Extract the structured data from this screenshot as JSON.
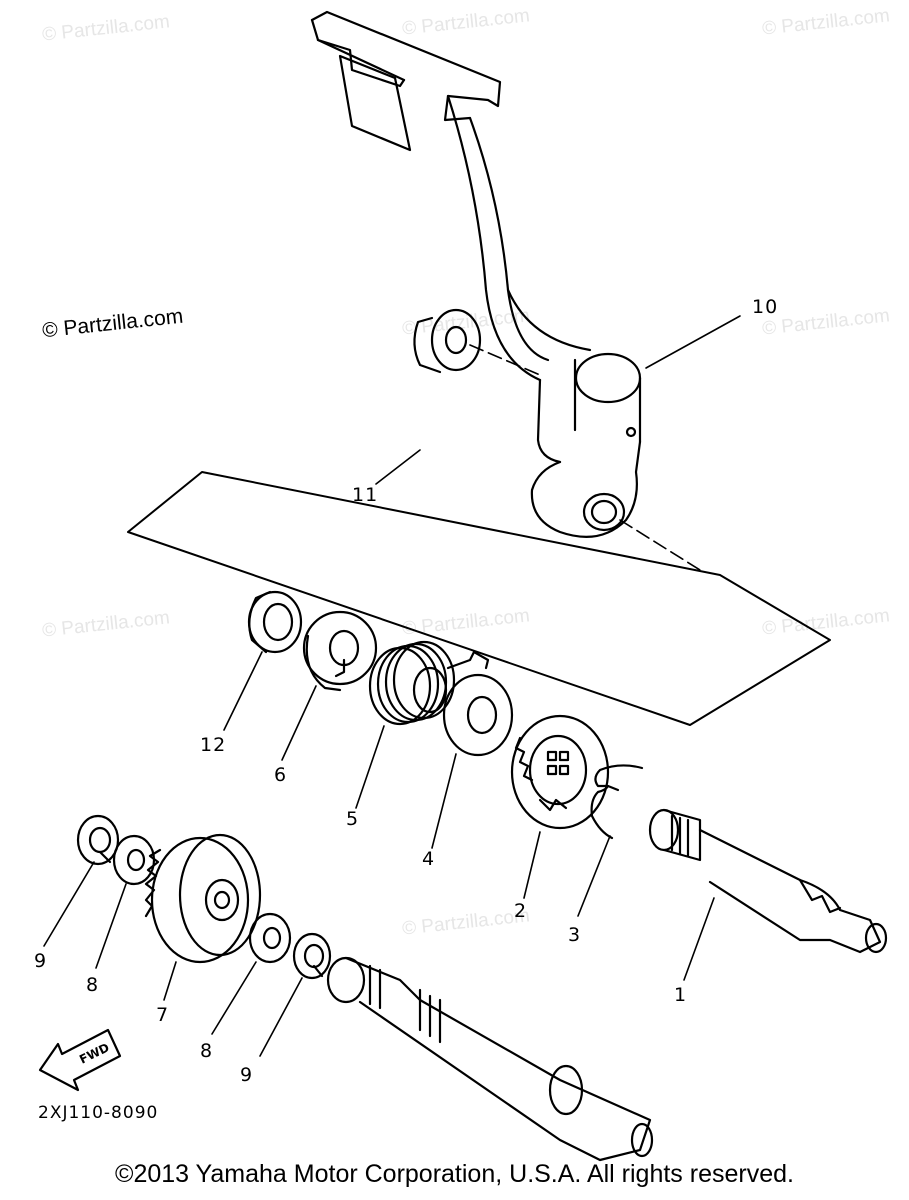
{
  "watermarks": [
    "© Partzilla.com",
    "© Partzilla.com",
    "© Partzilla.com",
    "© Partzilla.com",
    "© Partzilla.com",
    "© Partzilla.com",
    "© Partzilla.com",
    "© Partzilla.com",
    "© Partzilla.com"
  ],
  "watermark_main": "© Partzilla.com",
  "callouts": {
    "c1": "1",
    "c2": "2",
    "c3": "3",
    "c4": "4",
    "c5": "5",
    "c6": "6",
    "c7": "7",
    "c8a": "8",
    "c8b": "8",
    "c9a": "9",
    "c9b": "9",
    "c10": "10",
    "c11": "11",
    "c12": "12"
  },
  "fwd_arrow": "FWD",
  "diagram_code": "2XJ110-8090",
  "copyright": "©2013  Yamaha Motor Corporation, U.S.A. All rights reserved.",
  "colors": {
    "line": "#000000",
    "watermark": "#e6e6e6",
    "background": "#ffffff"
  }
}
